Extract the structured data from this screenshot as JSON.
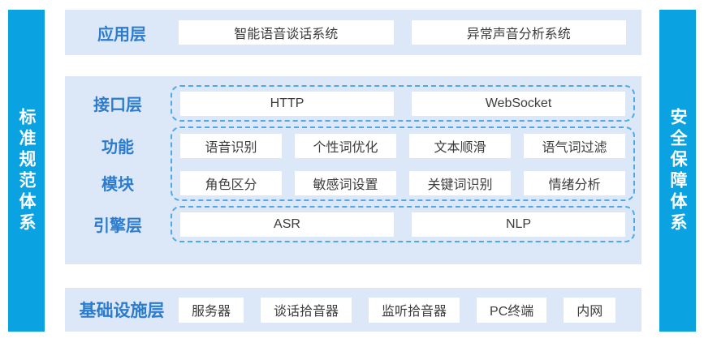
{
  "left_bar": {
    "label": "标准规范体系"
  },
  "right_bar": {
    "label": "安全保障体系"
  },
  "app_layer": {
    "label": "应用层",
    "items": [
      "智能语音谈话系统",
      "异常声音分析系统"
    ]
  },
  "middle": {
    "interface_layer": {
      "label": "接口层",
      "items": [
        "HTTP",
        "WebSocket"
      ]
    },
    "function_module": {
      "label_line1": "功能",
      "label_line2": "模块",
      "rows": [
        [
          "语音识别",
          "个性词优化",
          "文本顺滑",
          "语气词过滤"
        ],
        [
          "角色区分",
          "敏感词设置",
          "关键词识别",
          "情绪分析"
        ]
      ]
    },
    "engine_layer": {
      "label": "引擎层",
      "items": [
        "ASR",
        "NLP"
      ]
    }
  },
  "infra_layer": {
    "label": "基础设施层",
    "items": [
      "服务器",
      "谈话拾音器",
      "监听拾音器",
      "PC终端",
      "内网"
    ]
  },
  "colors": {
    "pillar-blue": "#0ba2e2",
    "panel-bg": "#dce8f8",
    "label-blue": "#2b7cce",
    "dashed-border": "#4fa9e6",
    "box-bg": "#ffffff",
    "box-text": "#3c3c3c",
    "page-bg": "#ffffff"
  }
}
